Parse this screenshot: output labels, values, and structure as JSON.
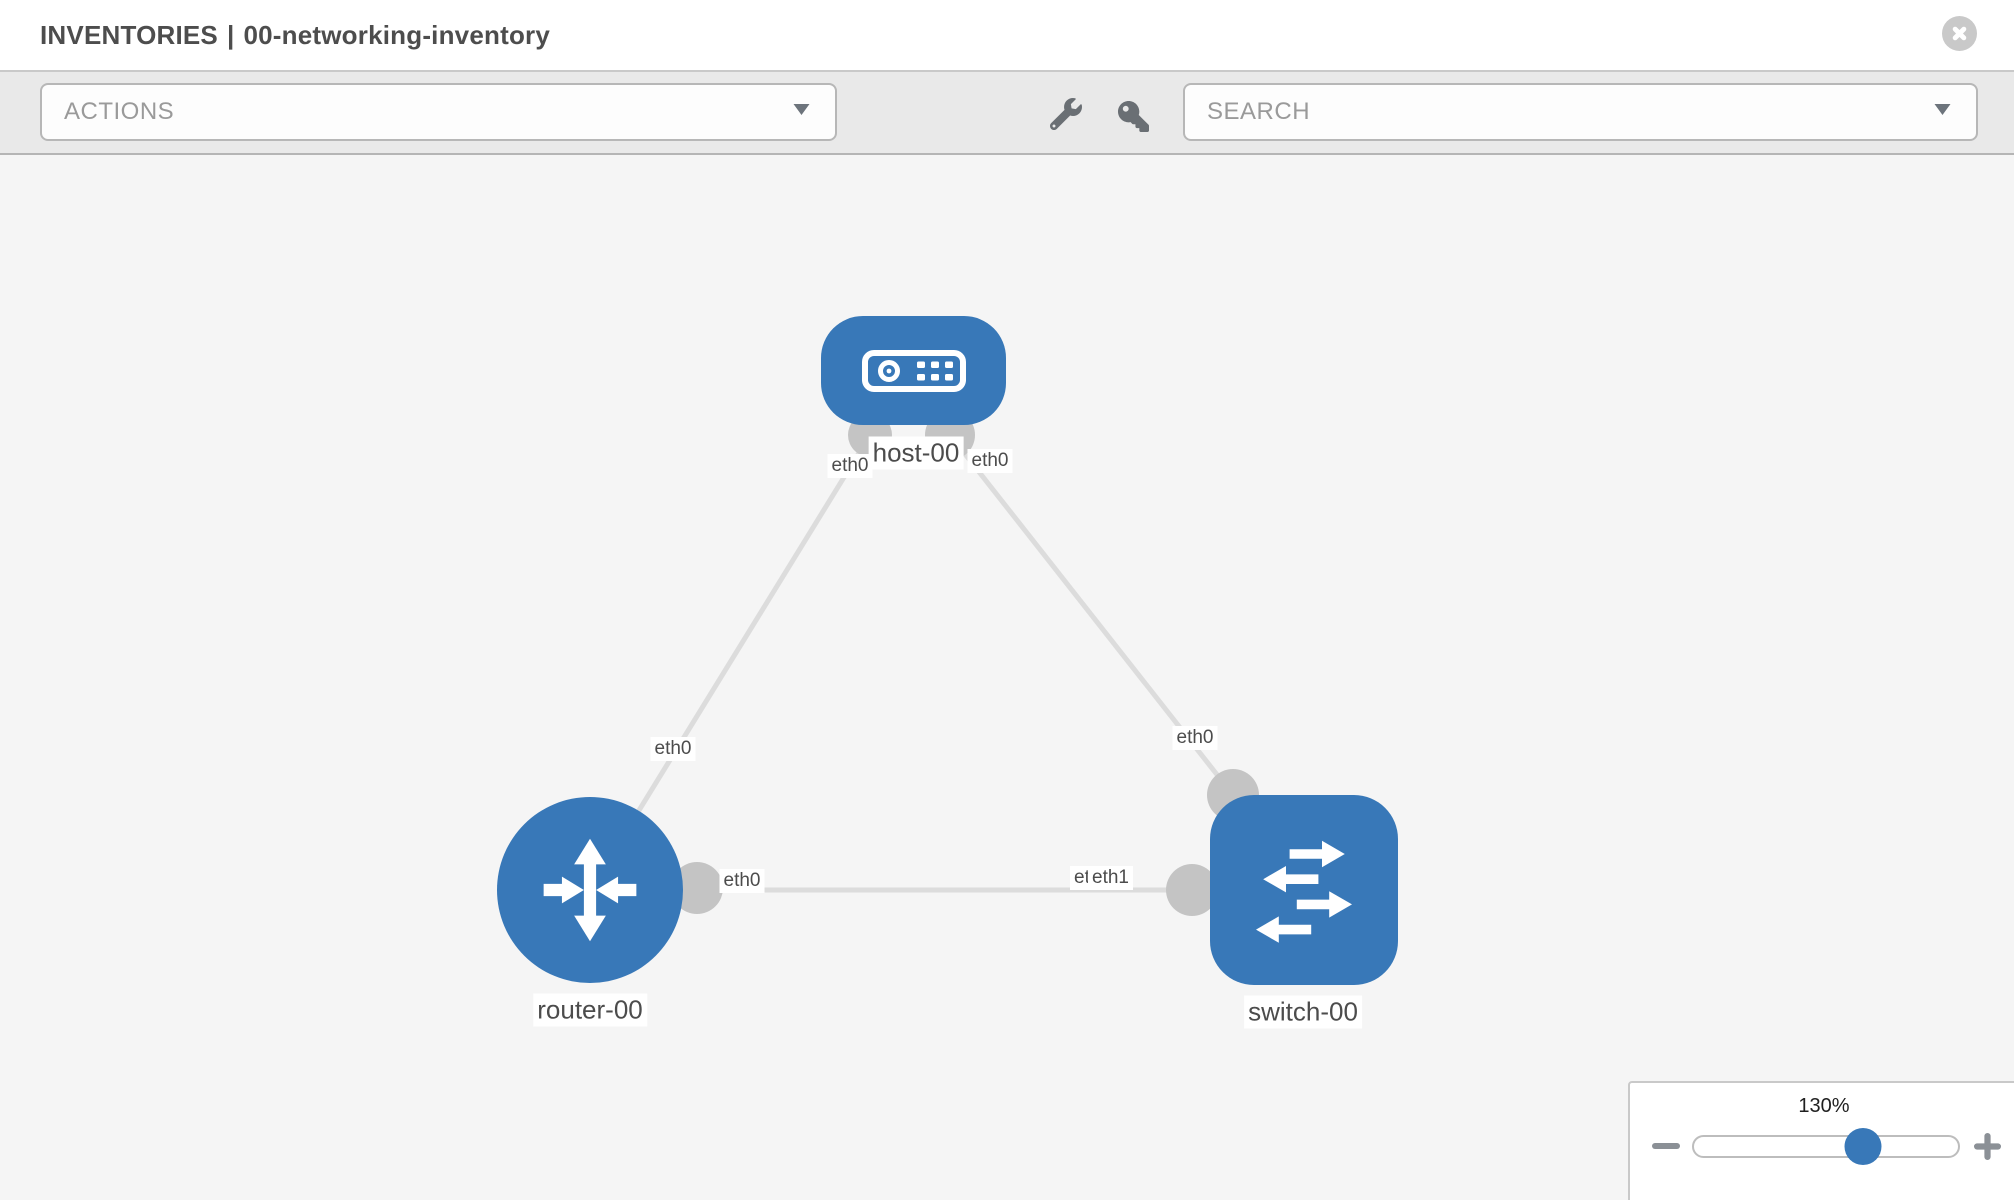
{
  "header": {
    "section": "INVENTORIES",
    "separator": "|",
    "inventory_name": "00-networking-inventory",
    "close_icon": "circle-x-icon"
  },
  "toolbar": {
    "actions_label": "ACTIONS",
    "search_label": "SEARCH",
    "icons": [
      "wrench-icon",
      "key-icon"
    ]
  },
  "topology": {
    "nodes": [
      {
        "id": "host-00",
        "type": "host",
        "label": "host-00"
      },
      {
        "id": "router-00",
        "type": "router",
        "label": "router-00"
      },
      {
        "id": "switch-00",
        "type": "switch",
        "label": "switch-00"
      }
    ],
    "links": [
      {
        "from": "host-00",
        "to": "router-00",
        "from_interface": "eth0",
        "to_interface": "eth0"
      },
      {
        "from": "host-00",
        "to": "switch-00",
        "from_interface": "eth0",
        "to_interface": "eth0"
      },
      {
        "from": "router-00",
        "to": "switch-00",
        "from_interface": "eth0",
        "to_interface": "eth1",
        "to_interface_hidden_label": "eth0"
      }
    ],
    "labels": {
      "host": "host-00",
      "router": "router-00",
      "switch": "switch-00",
      "if_host_left": "eth0",
      "if_host_right": "eth0",
      "if_router_top": "eth0",
      "if_switch_top": "eth0",
      "if_router_right": "eth0",
      "if_switch_left_hidden": "eth0",
      "if_switch_left": "eth1"
    }
  },
  "zoom_control": {
    "percent": "130%",
    "value": 130,
    "minus_icon": "minus-icon",
    "plus_icon": "plus-icon"
  },
  "colors": {
    "node_blue": "#3878b8",
    "link_gray": "#dcdcdc",
    "connector_gray": "#c4c4c4",
    "toolbar_bg": "#e9e9e9",
    "canvas_bg": "#f5f5f5",
    "title_text": "#4d4d4d",
    "label_text": "#4c4c4c"
  }
}
